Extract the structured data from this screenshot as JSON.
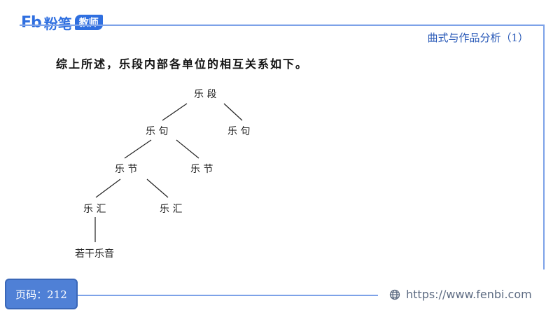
{
  "logo": {
    "mark": "Fb",
    "name": "粉笔",
    "badge": "教师"
  },
  "header": {
    "section_title": "曲式与作品分析（1）"
  },
  "intro_text": "综上所述，乐段内部各单位的相互关系如下。",
  "tree": {
    "root": "乐 段",
    "phrase_left": "乐 句",
    "phrase_right": "乐 句",
    "measure_left": "乐 节",
    "measure_right": "乐 节",
    "motif_left": "乐 汇",
    "motif_right": "乐 汇",
    "notes": "若干乐音"
  },
  "footer": {
    "page_label": "页码：212",
    "url": "https://www.fenbi.com",
    "globe_icon": "globe-icon"
  },
  "colors": {
    "accent": "#2f6fe0",
    "line": "#7da2e8",
    "badge": "#4f80d6"
  }
}
